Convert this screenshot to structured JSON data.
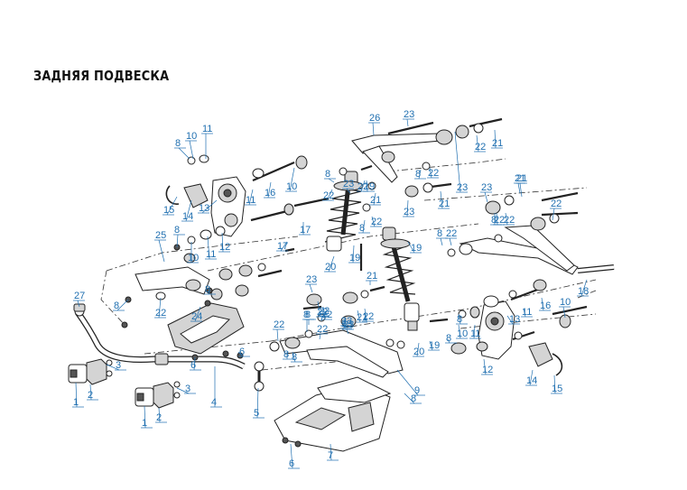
{
  "header": {
    "title": "ЗАДНЯЯ ПОДВЕСКА"
  },
  "colors": {
    "callout": "#1f6fb0",
    "line": "#222222",
    "part_fill": "#ffffff",
    "shade": "#d4d4d4"
  },
  "callouts": [
    {
      "text": "8"
    },
    {
      "text": "10"
    },
    {
      "text": "11"
    },
    {
      "text": "15"
    },
    {
      "text": "14"
    },
    {
      "text": "13"
    },
    {
      "text": "12"
    },
    {
      "text": "11"
    },
    {
      "text": "10"
    },
    {
      "text": "8"
    },
    {
      "text": "25"
    },
    {
      "text": "27"
    },
    {
      "text": "8"
    },
    {
      "text": "22"
    },
    {
      "text": "24"
    },
    {
      "text": "8"
    },
    {
      "text": "6"
    },
    {
      "text": "6"
    },
    {
      "text": "3"
    },
    {
      "text": "3"
    },
    {
      "text": "1"
    },
    {
      "text": "2"
    },
    {
      "text": "1"
    },
    {
      "text": "2"
    },
    {
      "text": "4"
    },
    {
      "text": "5"
    },
    {
      "text": "16"
    },
    {
      "text": "11"
    },
    {
      "text": "10"
    },
    {
      "text": "17"
    },
    {
      "text": "26"
    },
    {
      "text": "17"
    },
    {
      "text": "8"
    },
    {
      "text": "22"
    },
    {
      "text": "23"
    },
    {
      "text": "22"
    },
    {
      "text": "21"
    },
    {
      "text": "19"
    },
    {
      "text": "8"
    },
    {
      "text": "22"
    },
    {
      "text": "23"
    },
    {
      "text": "21"
    },
    {
      "text": "19"
    },
    {
      "text": "20"
    },
    {
      "text": "19"
    },
    {
      "text": "23"
    },
    {
      "text": "22"
    },
    {
      "text": "21"
    },
    {
      "text": "8"
    },
    {
      "text": "22"
    },
    {
      "text": "23"
    },
    {
      "text": "8"
    },
    {
      "text": "22"
    },
    {
      "text": "23"
    },
    {
      "text": "22"
    },
    {
      "text": "21"
    },
    {
      "text": "22"
    },
    {
      "text": "8"
    },
    {
      "text": "9"
    },
    {
      "text": "7"
    },
    {
      "text": "6"
    },
    {
      "text": "8"
    },
    {
      "text": "21"
    },
    {
      "text": "23"
    },
    {
      "text": "22"
    },
    {
      "text": "21"
    },
    {
      "text": "8"
    },
    {
      "text": "22"
    },
    {
      "text": "23"
    },
    {
      "text": "22"
    },
    {
      "text": "21"
    },
    {
      "text": "8"
    },
    {
      "text": "22"
    },
    {
      "text": "18"
    },
    {
      "text": "16"
    },
    {
      "text": "10"
    },
    {
      "text": "13"
    },
    {
      "text": "11"
    },
    {
      "text": "8"
    },
    {
      "text": "10"
    },
    {
      "text": "11"
    },
    {
      "text": "12"
    },
    {
      "text": "14"
    },
    {
      "text": "15"
    },
    {
      "text": "20"
    },
    {
      "text": "19"
    },
    {
      "text": "8"
    },
    {
      "text": "22"
    },
    {
      "text": "23"
    },
    {
      "text": "22"
    },
    {
      "text": "23"
    },
    {
      "text": "8"
    },
    {
      "text": "22"
    },
    {
      "text": "8"
    }
  ]
}
